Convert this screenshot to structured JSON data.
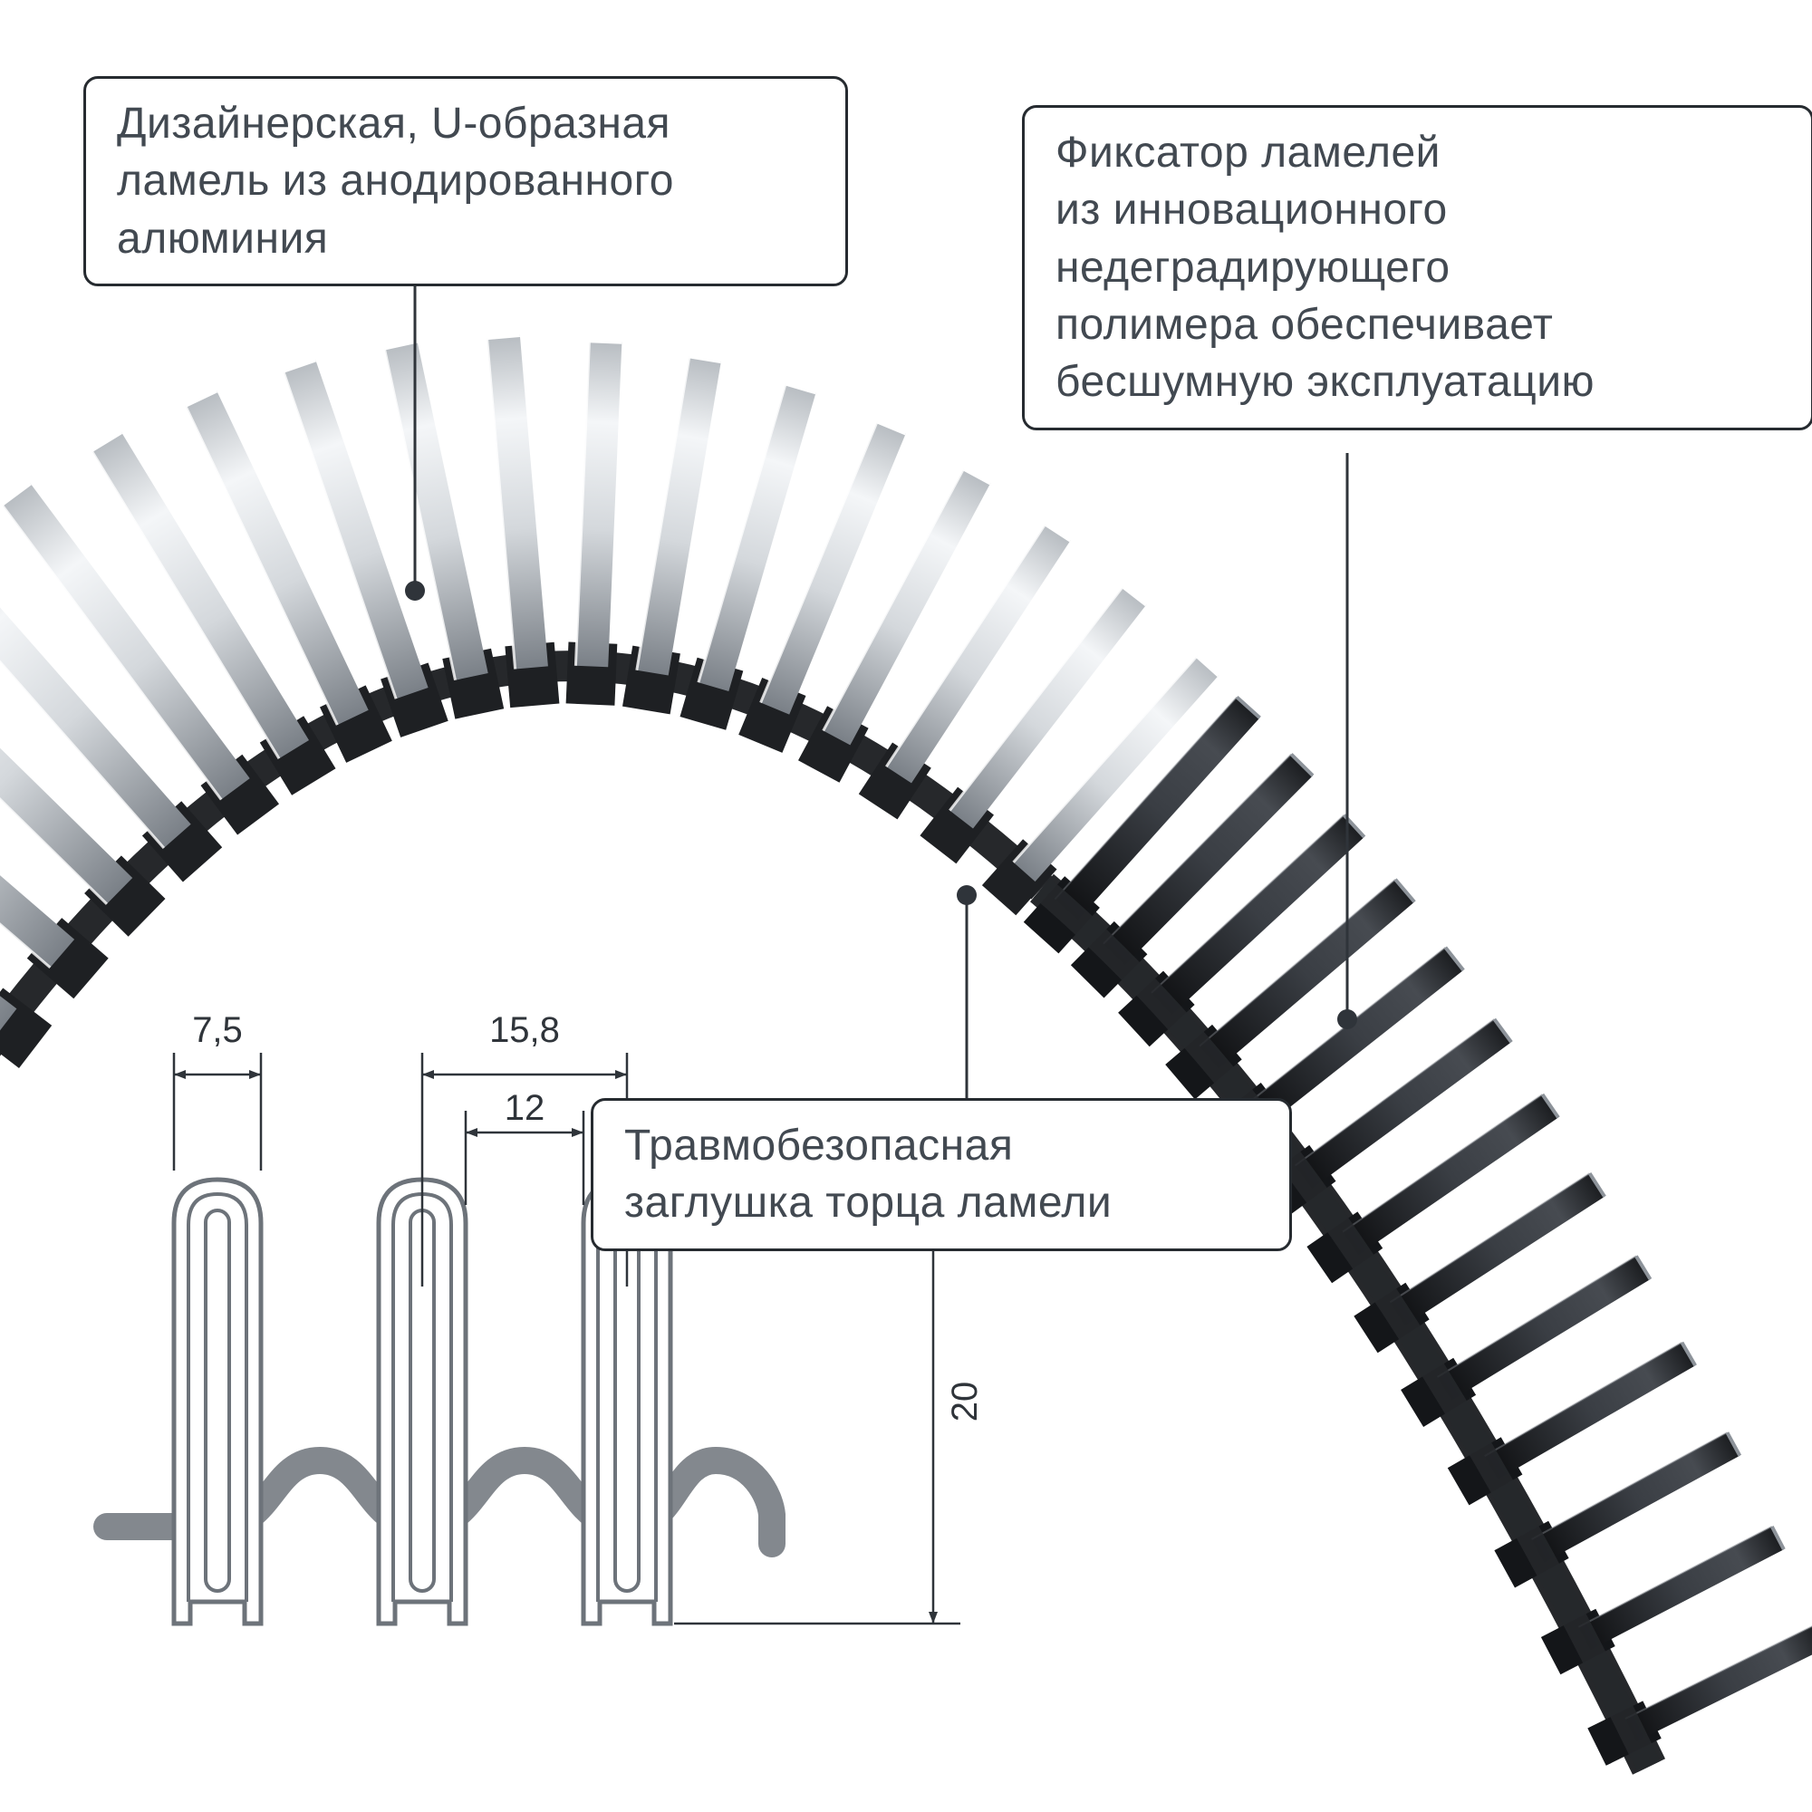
{
  "callouts": {
    "lamella": {
      "text": "Дизайнерская, U-образная\nламель из анодированного\nалюминия"
    },
    "fixator": {
      "text": "Фиксатор ламелей\nиз инновационного\nнедеградирующего\nполимера обеспечивает\nбесшумную эксплуатацию"
    },
    "plug": {
      "text": "Травмобезопасная\nзаглушка торца ламели"
    }
  },
  "dimensions": {
    "lamella_width": "7,5",
    "pitch": "15,8",
    "gap": "12",
    "height": "20"
  },
  "colors": {
    "ink": "#2f343a",
    "outline": "#6d737a",
    "rubber": "#26282b",
    "metal_bright": "#f4f6f8",
    "metal_mid": "#d4d8dc",
    "metal_shadow": "#7a8087",
    "back_dark": "#1b1d20"
  }
}
